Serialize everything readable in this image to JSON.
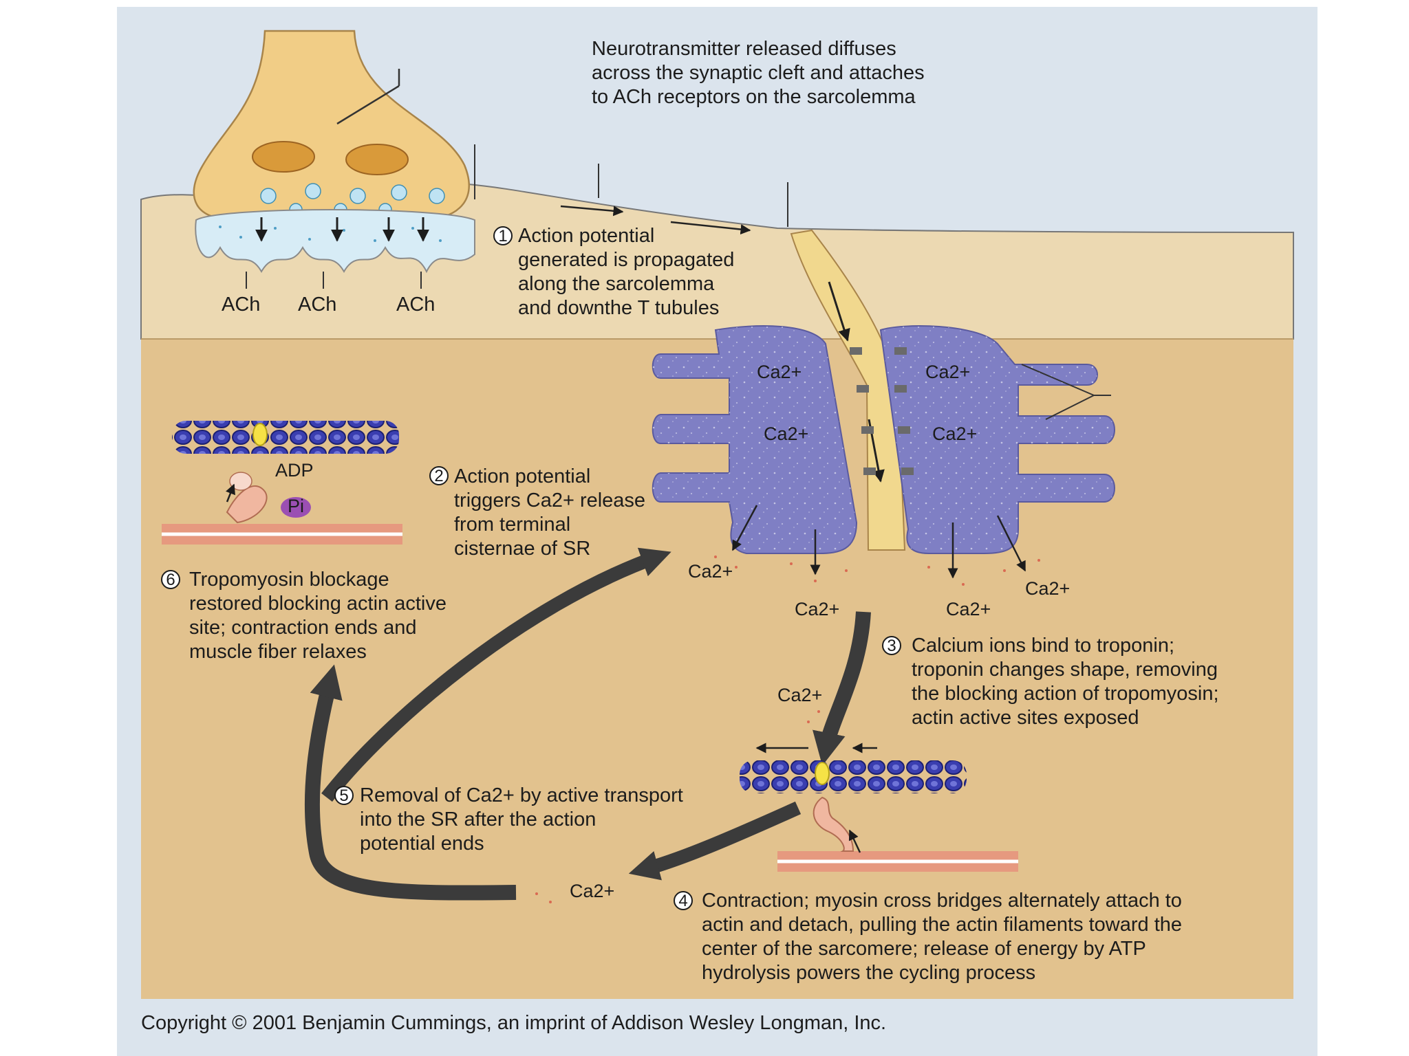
{
  "header_caption": [
    "Neurotransmitter released diffuses",
    "across the synaptic cleft and attaches",
    "to ACh receptors on the sarcolemma"
  ],
  "ach_label": "ACh",
  "ca_label": "Ca2+",
  "adp_label": "ADP",
  "pi_label": "Pi",
  "steps": [
    {
      "num": "1",
      "lines": [
        "Action potential",
        "generated is propagated",
        "along the sarcolemma",
        "and downthe T tubules"
      ]
    },
    {
      "num": "2",
      "lines": [
        "Action potential",
        "triggers Ca2+ release",
        "from terminal",
        "cisternae of SR"
      ]
    },
    {
      "num": "3",
      "lines": [
        "Calcium ions bind to troponin;",
        "troponin changes shape, removing",
        "the blocking action of tropomyosin;",
        "actin active sites exposed"
      ]
    },
    {
      "num": "4",
      "lines": [
        "Contraction; myosin cross bridges alternately attach to",
        "actin and detach, pulling the actin filaments toward the",
        "center of the sarcomere; release of energy by ATP",
        "hydrolysis powers the cycling process"
      ]
    },
    {
      "num": "5",
      "lines": [
        "Removal of Ca2+ by active transport",
        "into the SR after the action",
        "potential ends"
      ]
    },
    {
      "num": "6",
      "lines": [
        "Tropomyosin blockage",
        "restored blocking actin active",
        "site; contraction ends and",
        "muscle fiber relaxes"
      ]
    }
  ],
  "copyright": "Copyright © 2001 Benjamin Cummings, an imprint of Addison Wesley Longman, Inc.",
  "colors": {
    "background": "#dbe4ed",
    "sarcolemma": "#ecd9b2",
    "sarcoplasm": "#e2c28e",
    "terminal": "#f1cd86",
    "cisternae": "#7f7fc4",
    "actin": "#3a3eb0",
    "myosin_filament": "#e6997f",
    "arrow": "#3b3b3b"
  }
}
